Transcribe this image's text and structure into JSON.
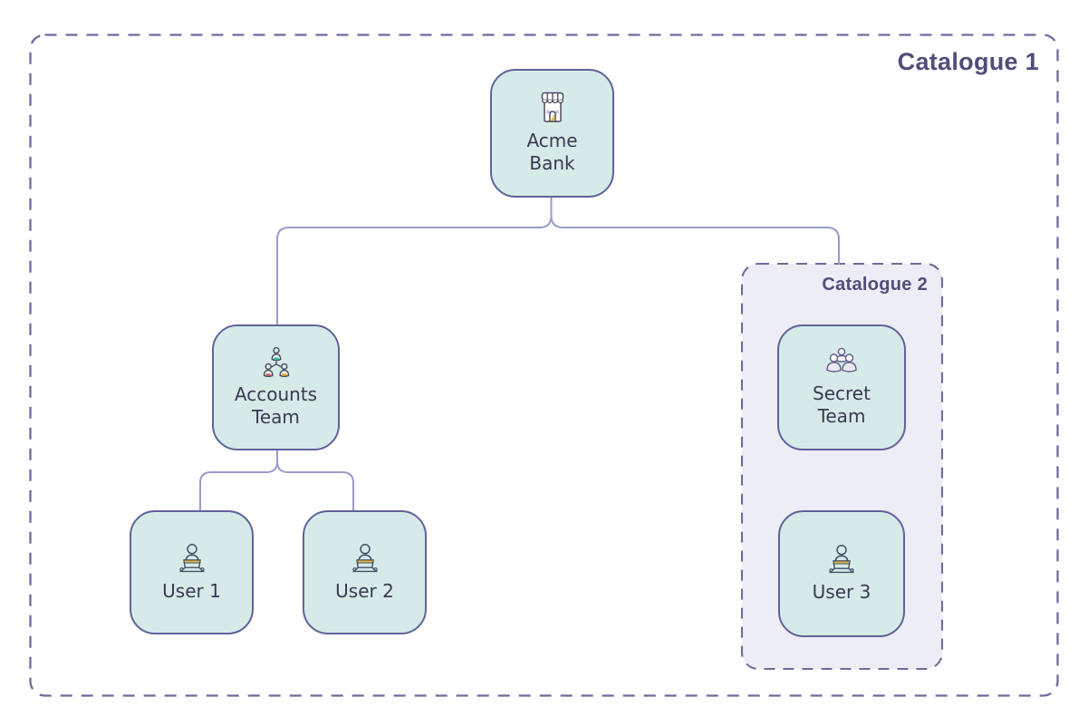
{
  "diagram": {
    "containers": {
      "catalogue1": {
        "label": "Catalogue 1"
      },
      "catalogue2": {
        "label": "Catalogue 2"
      }
    },
    "nodes": {
      "acme_bank": {
        "label": "Acme\nBank",
        "icon": "storefront-icon",
        "container": "catalogue1"
      },
      "accounts_team": {
        "label": "Accounts\nTeam",
        "icon": "org-tree-people-icon",
        "container": "catalogue1"
      },
      "user1": {
        "label": "User 1",
        "icon": "person-laptop-icon",
        "container": "catalogue1"
      },
      "user2": {
        "label": "User 2",
        "icon": "person-laptop-icon",
        "container": "catalogue1"
      },
      "secret_team": {
        "label": "Secret\nTeam",
        "icon": "people-group-icon",
        "container": "catalogue2"
      },
      "user3": {
        "label": "User 3",
        "icon": "person-laptop-icon",
        "container": "catalogue2"
      }
    },
    "edges": [
      {
        "from": "acme_bank",
        "to": "accounts_team"
      },
      {
        "from": "acme_bank",
        "to": "catalogue2"
      },
      {
        "from": "accounts_team",
        "to": "user1"
      },
      {
        "from": "accounts_team",
        "to": "user2"
      }
    ],
    "colors": {
      "node_fill": "#d6ebe8",
      "node_border": "#60629a",
      "node_text": "#393951",
      "container_border": "#6c6c9c",
      "container_label_text": "#4e4e7a",
      "catalogue2_fill": "#ededf6",
      "connector": "#9b9bc9",
      "icon_outline": "#49495f",
      "icon_yellow": "#e8b93f",
      "icon_teal": "#3fbfae",
      "icon_coral": "#e0696e",
      "icon_lavender": "#c7c0e8"
    }
  }
}
